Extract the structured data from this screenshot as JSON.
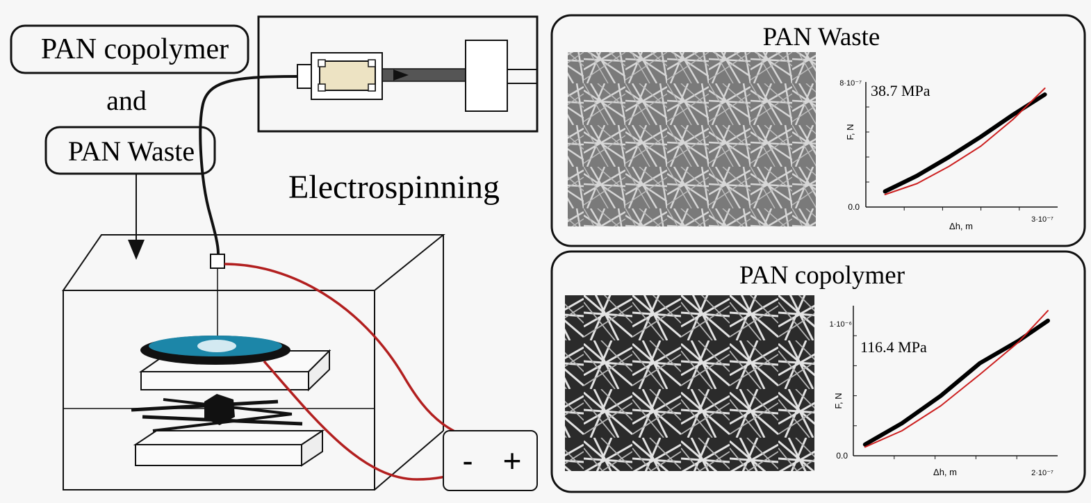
{
  "diagram": {
    "labels": {
      "copolymer": "PAN copolymer",
      "and": "and",
      "waste": "PAN Waste",
      "process": "Electrospinning",
      "minus": "-",
      "plus": "+"
    }
  },
  "panels": [
    {
      "title": "PAN Waste",
      "annotation": "38.7 MPa",
      "ylabel": "F, N",
      "xlabel": "Δh, m",
      "ytick_min": "0.0",
      "ytick_max": "8·10⁻⁷",
      "xtick_max": "3·10⁻⁷"
    },
    {
      "title": "PAN copolymer",
      "annotation": "116.4 MPa",
      "ylabel": "F, N",
      "xlabel": "Δh, m",
      "ytick_min": "0.0",
      "ytick_max": "1·10⁻⁶",
      "xtick_max": "2·10⁻⁷"
    }
  ],
  "chart_data": [
    {
      "type": "line",
      "xlabel": "Δh, m",
      "ylabel": "F, N",
      "xlim": [
        0,
        3e-07
      ],
      "ylim": [
        0,
        8e-07
      ],
      "series": [
        {
          "color": "#000000",
          "x": [
            3e-08,
            8e-08,
            1.3e-07,
            1.8e-07,
            2.3e-07,
            2.8e-07
          ],
          "y": [
            1e-07,
            2e-07,
            3.2e-07,
            4.5e-07,
            5.9e-07,
            7.2e-07
          ]
        },
        {
          "color": "#cc1f1f",
          "x": [
            3e-08,
            8e-08,
            1.3e-07,
            1.8e-07,
            2.3e-07,
            2.8e-07
          ],
          "y": [
            8e-08,
            1.5e-07,
            2.6e-07,
            3.9e-07,
            5.6e-07,
            7.6e-07
          ]
        }
      ]
    },
    {
      "type": "line",
      "xlabel": "Δh, m",
      "ylabel": "F, N",
      "xlim": [
        0,
        2.1e-07
      ],
      "ylim": [
        0,
        1.2e-06
      ],
      "series": [
        {
          "color": "#000000",
          "x": [
            1.2e-08,
            5e-08,
            9e-08,
            1.3e-07,
            1.7e-07,
            2e-07
          ],
          "y": [
            9e-08,
            2.6e-07,
            4.8e-07,
            7.4e-07,
            9.2e-07,
            1.08e-06
          ]
        },
        {
          "color": "#cc1f1f",
          "x": [
            1.2e-08,
            5e-08,
            9e-08,
            1.3e-07,
            1.7e-07,
            2e-07
          ],
          "y": [
            7e-08,
            2e-07,
            4e-07,
            6.5e-07,
            9.1e-07,
            1.16e-06
          ]
        }
      ]
    }
  ]
}
